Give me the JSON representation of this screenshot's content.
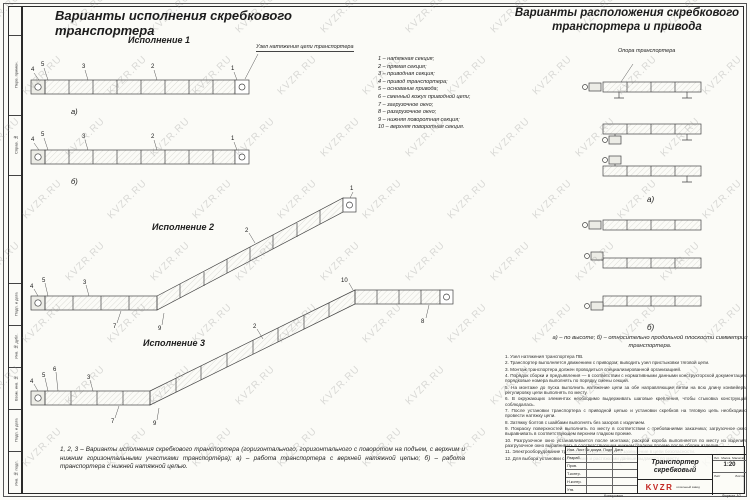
{
  "watermark": "KVZR.RU",
  "titles": {
    "left": "Варианты исполнения скребкового транспортера",
    "right": "Варианты расположения скребкового транспортера и привода"
  },
  "sections": {
    "exec1": "Исполнение 1",
    "exec2": "Исполнение 2",
    "exec3": "Исполнение 3",
    "variant_a": "а)",
    "variant_b": "б)"
  },
  "labels": {
    "tension_unit": "Узел натяжения цепи транспортера",
    "support": "Опора транспортера"
  },
  "callouts": {
    "n1": "1",
    "n2": "2",
    "n3": "3",
    "n4": "4",
    "n5": "5",
    "n6": "6",
    "n7": "7",
    "n8": "8",
    "n9": "9",
    "n10": "10"
  },
  "legend": [
    "1 – натяжная секция;",
    "2 – прямая секция;",
    "3 – приводная секция;",
    "4 – привод транспортера;",
    "5 – основание привода;",
    "6 – сменный кожух приводной цепи;",
    "7 – загрузочное окно;",
    "8 – разгрузочное окно;",
    "9 – нижняя поворотная секция;",
    "10 – верхняя поворотная секция."
  ],
  "right_caption": "а) – по высоте;  б) – относительно продольной плоскости симметрии транспортера.",
  "notes": [
    "1. Узел натяжения транспортера ПВ.",
    "2. Транспортер выполняется движением с приводом; выводить узел пристыковки тяговой цепи.",
    "3. Монтаж транспортера должен проводиться специализированной организацией.",
    "4. Порядок сборки и предъявления — в соответствии с нормативными данными конструкторской документации; порядковые номера выполнять по порядку смены секций.",
    "5. На монтаже до пуска выполнить натяжение цепи за обе направляющие ветви на всю длину конвейера; регулировку цепи выполнять по месту.",
    "6. В окружающих элементах необходимо выдерживать шаговые крепления, чтобы стыковка конструкций соблюдалась.",
    "7. После установки транспортера с приводной цепью и установки скребков на тяговую цепь необходимо провести натяжку цепи.",
    "8. Затяжку болтов с шайбами выполнять без зазоров с изделием.",
    "9. Покраску поверхностей выполнить по месту в соответствии с требованиями заказчика; загрузочное окно выравнивать в соответствующем верхнем гладком проеме.",
    "10. Разгрузочное окно устанавливается после монтажа; раскрой короба выполняется по месту из изделия; разгрузочное окно выравнивать в соответствующем нижнем гладком проеме после сборки изделия.",
    "11. Электрооборудование транспортера должно иметь заземление в цепи безопасности.",
    "12. Для выбора установки с раскосами и растяжками данные выдаются по месту."
  ],
  "bottom_caption": "1, 2, 3 – Варианты исполнения скребкового транспортера (горизонтального, горизонтального с поворотом на подъем, с верхним и нижним горизонтальными участками транспортёра); а) – работа транспортера с верхней натяжной цепью; б) – работа транспортера с нижней натяжной цепью.",
  "title_block": {
    "doc_title": "Транспортер скребковый",
    "header_cols": "Изм. Лист № докум.  Подп.  Дата",
    "rows": [
      "Разраб.",
      "Пров.",
      "Т.контр.",
      "Н.контр.",
      "Утв."
    ],
    "lit_label": "Лит.",
    "mass_label": "Масса",
    "scale_label": "Масштаб",
    "scale": "1:20",
    "sheet_label": "Лист",
    "sheets_label": "Листов",
    "logo": "KVZR",
    "logo_sub": "котельный завод",
    "footer_left": "Копировал",
    "footer_right": "Формат A2"
  },
  "frame": {
    "strip_labels": [
      "Перв. примен.",
      "Справ. №",
      "Подп. и дата",
      "Инв. № дубл.",
      "Взам. инв. №",
      "Подп. и дата",
      "Инв. № подл."
    ]
  }
}
